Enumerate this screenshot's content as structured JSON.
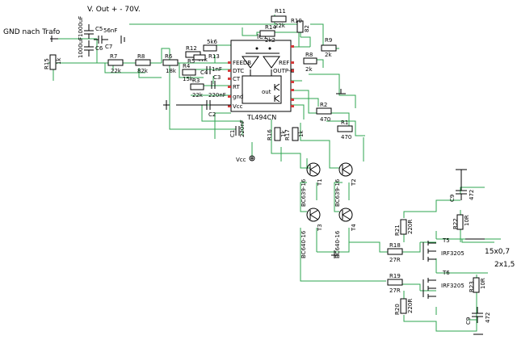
{
  "annotations": {
    "gnd_note": "GND nach Trafo",
    "vout_note": "V. Out + - 70V.",
    "vcc_label": "Vcc",
    "wire_15": "15x0,7",
    "wire_2": "2x1,5"
  },
  "ic": {
    "ref": "IC1",
    "part": "TL494CN",
    "pins": [
      "FEEDB",
      "DTC",
      "CT",
      "RT",
      "gnd",
      "Vcc",
      "REF",
      "OUTP-C",
      "out"
    ]
  },
  "components": {
    "R15": {
      "ref": "R15",
      "value": "1k"
    },
    "C5": {
      "ref": "C5",
      "value": "1000uF"
    },
    "C6": {
      "ref": "C6",
      "value": "1000uF"
    },
    "C7": {
      "ref": "C7",
      "value": "56nF"
    },
    "R7": {
      "ref": "R7",
      "value": "22k"
    },
    "R8": {
      "ref": "R8",
      "value": "82k"
    },
    "R6": {
      "ref": "R6",
      "value": "18k"
    },
    "R12": {
      "ref": "R12",
      "value": "47k"
    },
    "R13": {
      "ref": "R13",
      "value": "5k6"
    },
    "R4": {
      "ref": "R4",
      "value": "15k"
    },
    "R3": {
      "ref": "R3",
      "value": "22k"
    },
    "R5": {
      "ref": "R5",
      "value": "5k6"
    },
    "C4": {
      "ref": "C4",
      "value": "1nF"
    },
    "C3": {
      "ref": "C3",
      "value": "220nF"
    },
    "C2": {
      "ref": "C2",
      "value": ""
    },
    "C1": {
      "ref": "C1",
      "value": "220nF"
    },
    "R11": {
      "ref": "R11",
      "value": "22k"
    },
    "R14": {
      "ref": "R14",
      "value": "2k2"
    },
    "R10": {
      "ref": "R10",
      "value": "82"
    },
    "R9": {
      "ref": "R9",
      "value": "2k"
    },
    "R8b": {
      "ref": "R8",
      "value": "2k"
    },
    "R2": {
      "ref": "R2",
      "value": "470"
    },
    "R1": {
      "ref": "R1",
      "value": "470"
    },
    "R16": {
      "ref": "R16",
      "value": "1k"
    },
    "R17": {
      "ref": "R17",
      "value": "1k"
    },
    "T1": {
      "ref": "T1",
      "value": "BC639-16"
    },
    "T2": {
      "ref": "T2",
      "value": "BC639-16"
    },
    "T3": {
      "ref": "T3",
      "value": "BC640-16"
    },
    "T4": {
      "ref": "T4",
      "value": "BC640-16"
    },
    "C9a": {
      "ref": "C9",
      "value": "472"
    },
    "C9b": {
      "ref": "C9",
      "value": "472"
    },
    "R22": {
      "ref": "R22",
      "value": "10R"
    },
    "R23": {
      "ref": "R23",
      "value": "10R"
    },
    "R21": {
      "ref": "R21",
      "value": "220R"
    },
    "R20": {
      "ref": "R20",
      "value": "220R"
    },
    "R18": {
      "ref": "R18",
      "value": "27R"
    },
    "R19": {
      "ref": "R19",
      "value": "27R"
    },
    "T5": {
      "ref": "T5",
      "value": "IRF3205"
    },
    "T6": {
      "ref": "T6",
      "value": "IRF3205"
    }
  }
}
